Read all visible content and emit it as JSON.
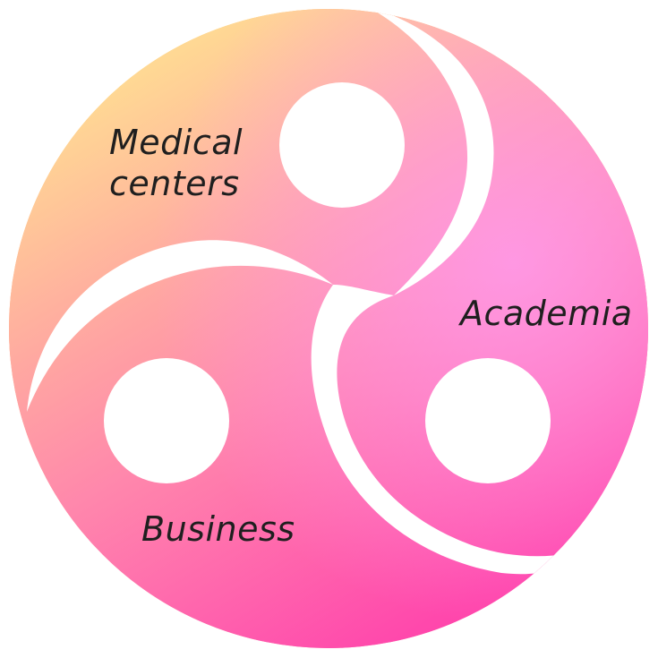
{
  "segments": [
    {
      "id": "medical",
      "lines": [
        "Medical",
        "centers"
      ]
    },
    {
      "id": "academia",
      "lines": [
        "Academia"
      ]
    },
    {
      "id": "business",
      "lines": [
        "Business"
      ]
    }
  ],
  "colors": {
    "gradient_top_left": "#ffd400",
    "gradient_mid": "#ff7a3d",
    "gradient_right": "#ff8fe0",
    "gradient_bottom": "#ff2fa8",
    "divider": "#ffffff",
    "label_text": "#1f1f1f"
  }
}
